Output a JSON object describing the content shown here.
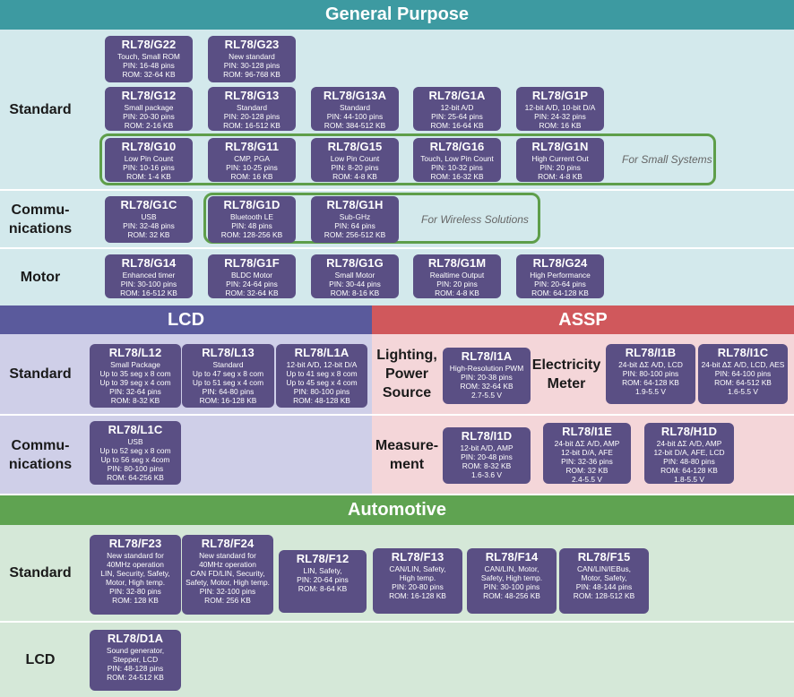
{
  "colors": {
    "teal_band": "#3d9aa1",
    "teal_bg": "#d3e9ec",
    "purple_band": "#5a5a9c",
    "purple_bg": "#cfcfe8",
    "red_band": "#d0585c",
    "red_bg": "#f4d6d9",
    "green_band": "#5fa351",
    "green_bg": "#d5e8d8",
    "chip": "#5a4f84",
    "outline": "#5e9e4a"
  },
  "bands": {
    "general": "General Purpose",
    "lcd": "LCD",
    "assp": "ASSP",
    "automotive": "Automotive"
  },
  "rows": {
    "gp_standard": "Standard",
    "gp_comm": "Commu-\nnications",
    "gp_motor": "Motor",
    "lcd_standard": "Standard",
    "lcd_comm": "Commu-\nnications",
    "assp_lighting": "Lighting,\nPower\nSource",
    "assp_electricity": "Electricity\nMeter",
    "assp_measurement": "Measure-\nment",
    "auto_standard": "Standard",
    "auto_lcd": "LCD"
  },
  "notes": {
    "small": "For Small Systems",
    "wireless": "For Wireless Solutions"
  },
  "chips": [
    {
      "name": "RL78/G22",
      "lines": [
        "Touch, Small ROM",
        "PIN: 16-48 pins",
        "ROM: 32-64 KB"
      ]
    },
    {
      "name": "RL78/G23",
      "lines": [
        "New standard",
        "PIN: 30-128 pins",
        "ROM: 96-768 KB"
      ]
    },
    {
      "name": "RL78/G12",
      "lines": [
        "Small package",
        "PIN: 20-30 pins",
        "ROM: 2-16 KB"
      ]
    },
    {
      "name": "RL78/G13",
      "lines": [
        "Standard",
        "PIN: 20-128 pins",
        "ROM: 16-512 KB"
      ]
    },
    {
      "name": "RL78/G13A",
      "lines": [
        "Standard",
        "PIN: 44-100 pins",
        "ROM: 384-512 KB"
      ]
    },
    {
      "name": "RL78/G1A",
      "lines": [
        "12-bit A/D",
        "PIN: 25-64 pins",
        "ROM: 16-64 KB"
      ]
    },
    {
      "name": "RL78/G1P",
      "lines": [
        "12-bit A/D, 10-bit D/A",
        "PIN: 24-32 pins",
        "ROM: 16 KB"
      ]
    },
    {
      "name": "RL78/G10",
      "lines": [
        "Low Pin Count",
        "PIN: 10-16 pins",
        "ROM: 1-4 KB"
      ]
    },
    {
      "name": "RL78/G11",
      "lines": [
        "CMP, PGA",
        "PIN: 10-25 pins",
        "ROM: 16 KB"
      ]
    },
    {
      "name": "RL78/G15",
      "lines": [
        "Low Pin Count",
        "PIN: 8-20 pins",
        "ROM: 4-8 KB"
      ]
    },
    {
      "name": "RL78/G16",
      "lines": [
        "Touch, Low Pin Count",
        "PIN: 10-32 pins",
        "ROM: 16-32 KB"
      ]
    },
    {
      "name": "RL78/G1N",
      "lines": [
        "High Current Out",
        "PIN: 20 pins",
        "ROM: 4-8 KB"
      ]
    },
    {
      "name": "RL78/G1C",
      "lines": [
        "USB",
        "PIN: 32-48 pins",
        "ROM: 32 KB"
      ]
    },
    {
      "name": "RL78/G1D",
      "lines": [
        "Bluetooth LE",
        "PIN: 48 pins",
        "ROM: 128-256 KB"
      ]
    },
    {
      "name": "RL78/G1H",
      "lines": [
        "Sub-GHz",
        "PIN: 64 pins",
        "ROM: 256-512 KB"
      ]
    },
    {
      "name": "RL78/G14",
      "lines": [
        "Enhanced timer",
        "PIN: 30-100 pins",
        "ROM: 16-512 KB"
      ]
    },
    {
      "name": "RL78/G1F",
      "lines": [
        "BLDC Motor",
        "PIN: 24-64 pins",
        "ROM: 32-64 KB"
      ]
    },
    {
      "name": "RL78/G1G",
      "lines": [
        "Small Motor",
        "PIN: 30-44 pins",
        "ROM: 8-16 KB"
      ]
    },
    {
      "name": "RL78/G1M",
      "lines": [
        "Realtime Output",
        "PIN: 20 pins",
        "ROM: 4-8 KB"
      ]
    },
    {
      "name": "RL78/G24",
      "lines": [
        "High Performance",
        "PIN: 20-64 pins",
        "ROM: 64-128 KB"
      ]
    },
    {
      "name": "RL78/L12",
      "lines": [
        "Small Package",
        "Up to 35 seg x 8 com",
        "Up to 39 seg x 4 com",
        "PIN: 32-64 pins",
        "ROM: 8-32 KB"
      ]
    },
    {
      "name": "RL78/L13",
      "lines": [
        "Standard",
        "Up to 47 seg x 8 com",
        "Up to 51 seg x 4 com",
        "PIN: 64-80 pins",
        "ROM: 16-128 KB"
      ]
    },
    {
      "name": "RL78/L1A",
      "lines": [
        "12-bit A/D, 12-bit D/A",
        "Up to 41 seg x 8 com",
        "Up to 45 seg x 4 com",
        "PIN: 80-100 pins",
        "ROM: 48-128 KB"
      ]
    },
    {
      "name": "RL78/L1C",
      "lines": [
        "USB",
        "Up to 52 seg x 8 com",
        "Up to 56 seg x 4com",
        "PIN: 80-100 pins",
        "ROM: 64-256 KB"
      ]
    },
    {
      "name": "RL78/I1A",
      "lines": [
        "High-Resolution PWM",
        "PIN: 20-38 pins",
        "ROM: 32-64 KB",
        "2.7-5.5 V"
      ]
    },
    {
      "name": "RL78/I1B",
      "lines": [
        "24-bit ΔΣ A/D, LCD",
        "PIN: 80-100 pins",
        "ROM: 64-128 KB",
        "1.9-5.5 V"
      ]
    },
    {
      "name": "RL78/I1C",
      "lines": [
        "24-bit ΔΣ A/D, LCD, AES",
        "PIN: 64-100 pins",
        "ROM: 64-512 KB",
        "1.6-5.5 V"
      ]
    },
    {
      "name": "RL78/I1D",
      "lines": [
        "12-bit A/D, AMP",
        "PIN: 20-48 pins",
        "ROM: 8-32 KB",
        "1.6-3.6 V"
      ]
    },
    {
      "name": "RL78/I1E",
      "lines": [
        "24-bit ΔΣ A/D, AMP",
        "12-bit D/A, AFE",
        "PIN: 32-36 pins",
        "ROM: 32 KB",
        "2.4-5.5 V"
      ]
    },
    {
      "name": "RL78/H1D",
      "lines": [
        "24-bit ΔΣ A/D, AMP",
        "12-bit D/A, AFE, LCD",
        "PIN: 48-80 pins",
        "ROM: 64-128 KB",
        "1.8-5.5 V"
      ]
    },
    {
      "name": "RL78/F23",
      "lines": [
        "New standard for",
        "40MHz operation",
        "LIN, Security, Safety,",
        "Motor, High temp.",
        "PIN: 32-80 pins",
        "ROM: 128 KB"
      ]
    },
    {
      "name": "RL78/F24",
      "lines": [
        "New standard for",
        "40MHz operation",
        "CAN FD/LIN, Security,",
        "Safety, Motor, High temp.",
        "PIN: 32-100 pins",
        "ROM: 256 KB"
      ]
    },
    {
      "name": "RL78/F12",
      "lines": [
        "LIN, Safety,",
        "PIN: 20-64 pins",
        "ROM: 8-64 KB"
      ]
    },
    {
      "name": "RL78/F13",
      "lines": [
        "CAN/LIN, Safety,",
        "High temp.",
        "PIN: 20-80 pins",
        "ROM: 16-128 KB"
      ]
    },
    {
      "name": "RL78/F14",
      "lines": [
        "CAN/LIN, Motor,",
        "Safety, High temp.",
        "PIN: 30-100 pins",
        "ROM: 48-256 KB"
      ]
    },
    {
      "name": "RL78/F15",
      "lines": [
        "CAN/LIN/IEBus,",
        "Motor, Safety,",
        "PIN: 48-144 pins",
        "ROM: 128-512 KB"
      ]
    },
    {
      "name": "RL78/D1A",
      "lines": [
        "Sound generator,",
        "Stepper, LCD",
        "PIN: 48-128 pins",
        "ROM: 24-512 KB"
      ]
    }
  ]
}
